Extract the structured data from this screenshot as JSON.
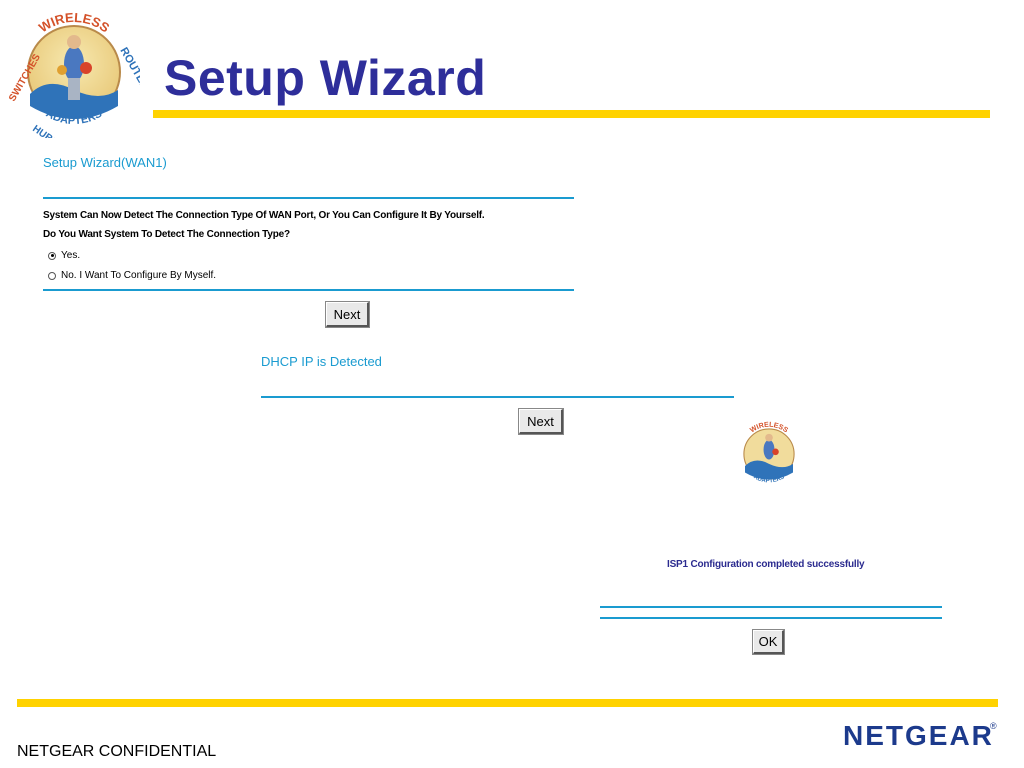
{
  "slide": {
    "title": "Setup Wizard",
    "footer": "NETGEAR CONFIDENTIAL",
    "brand": "NETGEAR",
    "brand_reg": "®",
    "accent_color": "#ffd200",
    "title_color": "#2e2e9a"
  },
  "logo": {
    "arc_top": "WIRELESS",
    "arc_right": "ROUTERS",
    "arc_bottom": "ADAPTERS",
    "arc_left_bottom": "HUBS",
    "arc_left": "SWITCHES"
  },
  "wizard1": {
    "heading": "Setup Wizard(WAN1)",
    "line1": "System Can Now Detect The Connection Type Of WAN Port, Or You Can Configure It By Yourself.",
    "line2": "Do You Want System To Detect The Connection Type?",
    "options": [
      {
        "label": "Yes.",
        "checked": true
      },
      {
        "label": "No. I Want To Configure By Myself.",
        "checked": false
      }
    ],
    "next_label": "Next"
  },
  "wizard2": {
    "heading": "DHCP IP is Detected",
    "next_label": "Next"
  },
  "wizard3": {
    "message": "ISP1 Configuration completed successfully",
    "ok_label": "OK"
  }
}
